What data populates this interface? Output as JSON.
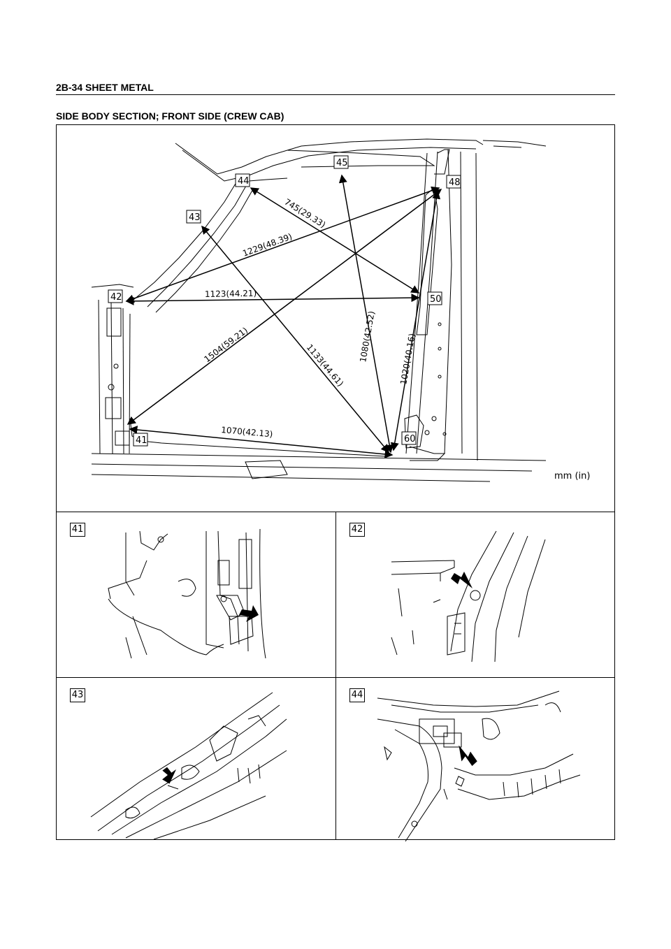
{
  "header": {
    "title": "2B-34  SHEET METAL"
  },
  "section": {
    "title": "SIDE BODY SECTION; FRONT SIDE (CREW CAB)"
  },
  "main_figure": {
    "units": "mm (in)",
    "points": [
      "41",
      "42",
      "43",
      "44",
      "45",
      "48",
      "50",
      "60"
    ],
    "measurements": [
      "745(29.33)",
      "1229(48.39)",
      "1123(44.21)",
      "1504(59.21)",
      "1133(44.61)",
      "1080(42.52)",
      "1020(40.16)",
      "1070(42.13)"
    ]
  },
  "details": [
    {
      "label": "41"
    },
    {
      "label": "42"
    },
    {
      "label": "43"
    },
    {
      "label": "44"
    }
  ]
}
